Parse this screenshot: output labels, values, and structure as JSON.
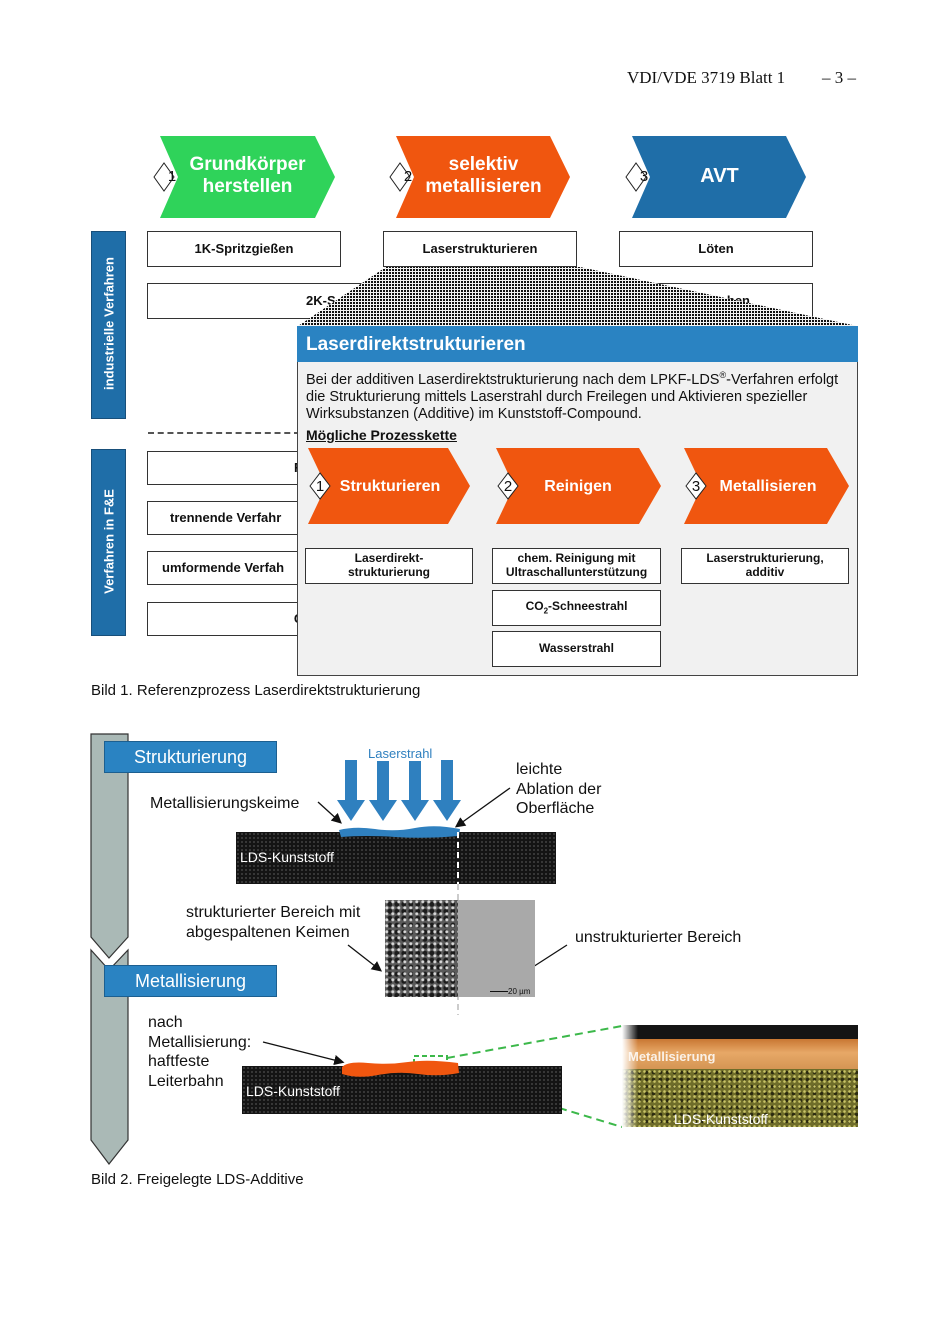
{
  "header": {
    "doc_id": "VDI/VDE 3719 Blatt 1",
    "page": "– 3 –"
  },
  "fig1": {
    "arrows": [
      {
        "num": "1",
        "line1": "Grundkörper",
        "line2": "herstellen"
      },
      {
        "num": "2",
        "line1": "selektiv",
        "line2": "metallisieren"
      },
      {
        "num": "3",
        "line1": "AVT",
        "line2": ""
      }
    ],
    "industrial_label": "industrielle Verfahren",
    "research_label": "Verfahren in F&E",
    "col1": [
      "1K-Spritzgießen",
      "2K-S",
      "F",
      "trennende Verfahr",
      "umformende Verfah",
      "G"
    ],
    "col2_top": "Laserstrukturieren",
    "col3": [
      "Löten",
      "hen"
    ],
    "detail": {
      "title": "Laserdirektstrukturieren",
      "text_line1_a": "Bei der additiven Laserdirektstrukturierung nach dem LPKF-LDS",
      "text_line1_sup": "®",
      "text_line1_b": "-Verfahren erfolgt",
      "text_line2": "die Strukturierung mittels Laserstrahl durch Freilegen und Aktivieren spezieller",
      "text_line3": "Wirksubstanzen (Additive) im Kunststoff-Compound.",
      "chain_heading": "Mögliche Prozesskette",
      "steps": [
        {
          "num": "1",
          "label": "Strukturieren"
        },
        {
          "num": "2",
          "label": "Reinigen"
        },
        {
          "num": "3",
          "label": "Metallisieren"
        }
      ],
      "step1_box_l1": "Laserdirekt-",
      "step1_box_l2": "strukturierung",
      "step2_box1_l1": "chem. Reinigung mit",
      "step2_box1_l2": "Ultraschallunterstützung",
      "step2_box2_a": "CO",
      "step2_box2_sub": "2",
      "step2_box2_b": "-Schneestrahl",
      "step2_box3": "Wasserstrahl",
      "step3_box_l1": "Laserstrukturierung,",
      "step3_box_l2": "additiv"
    },
    "caption": "Bild 1.  Referenzprozess Laserdirektstrukturierung"
  },
  "fig2": {
    "stage1": "Strukturierung",
    "stage2": "Metallisierung",
    "laser_label": "Laserstrahl",
    "seeds_label": "Metallisierungskeime",
    "ablation_l1": "leichte",
    "ablation_l2": "Ablation der",
    "ablation_l3": "Oberfläche",
    "substrate_label": "LDS-Kunststoff",
    "structured_l1": "strukturierter Bereich mit",
    "structured_l2": "abgespaltenen Keimen",
    "unstructured": "unstrukturierter Bereich",
    "scale": "20 µm",
    "after_l1": "nach",
    "after_l2": "Metallisierung:",
    "after_l3": "haftfeste",
    "after_l4": "Leiterbahn",
    "substrate_label2": "LDS-Kunststoff",
    "inset_metal": "Metallisierung",
    "inset_substrate": "LDS-Kunststoff",
    "caption": "Bild 2.  Freigelegte LDS-Additive"
  },
  "colors": {
    "green": "#2fd35a",
    "orange": "#f0560f",
    "blue": "#1f6ea8",
    "header_blue": "#2a83c2"
  }
}
